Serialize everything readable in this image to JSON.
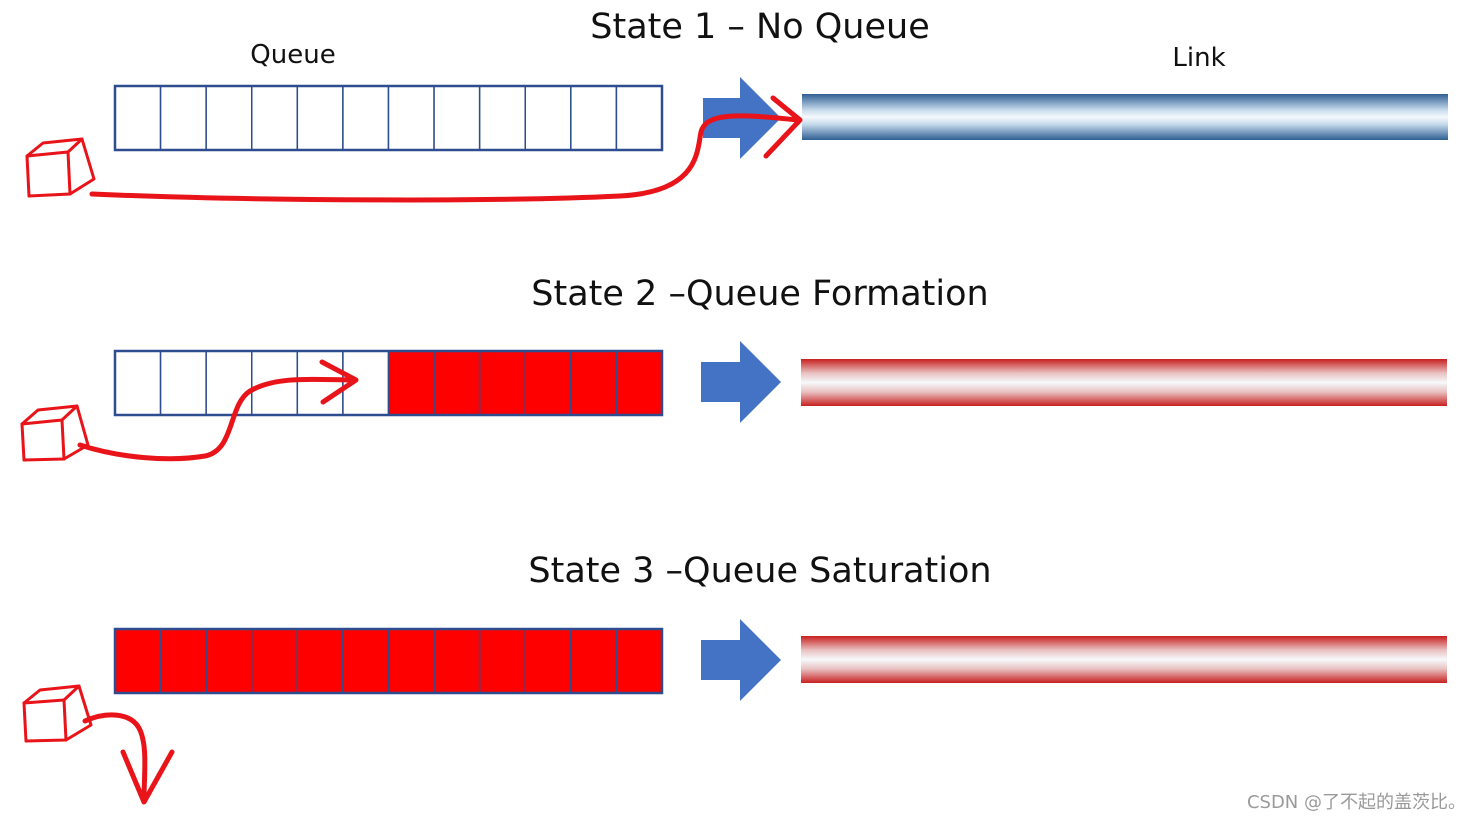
{
  "diagram": {
    "queue_label": "Queue",
    "link_label": "Link",
    "watermark": "CSDN @了不起的盖茨比。",
    "queue_capacity": 12,
    "states": [
      {
        "title": "State 1 – No Queue",
        "filled_slots": 0,
        "link_state": "idle"
      },
      {
        "title": "State 2 –Queue Formation",
        "filled_slots": 6,
        "link_state": "busy"
      },
      {
        "title": "State 3 –Queue Saturation",
        "filled_slots": 12,
        "link_state": "busy"
      }
    ]
  },
  "colors": {
    "queue_border": "#2e4d8f",
    "slot_fill": "#ff0000",
    "arrow_fill": "#4472c4",
    "packet_path": "#e8141a",
    "link_idle_edge": "#2f5f93",
    "link_busy_edge": "#c82020"
  }
}
